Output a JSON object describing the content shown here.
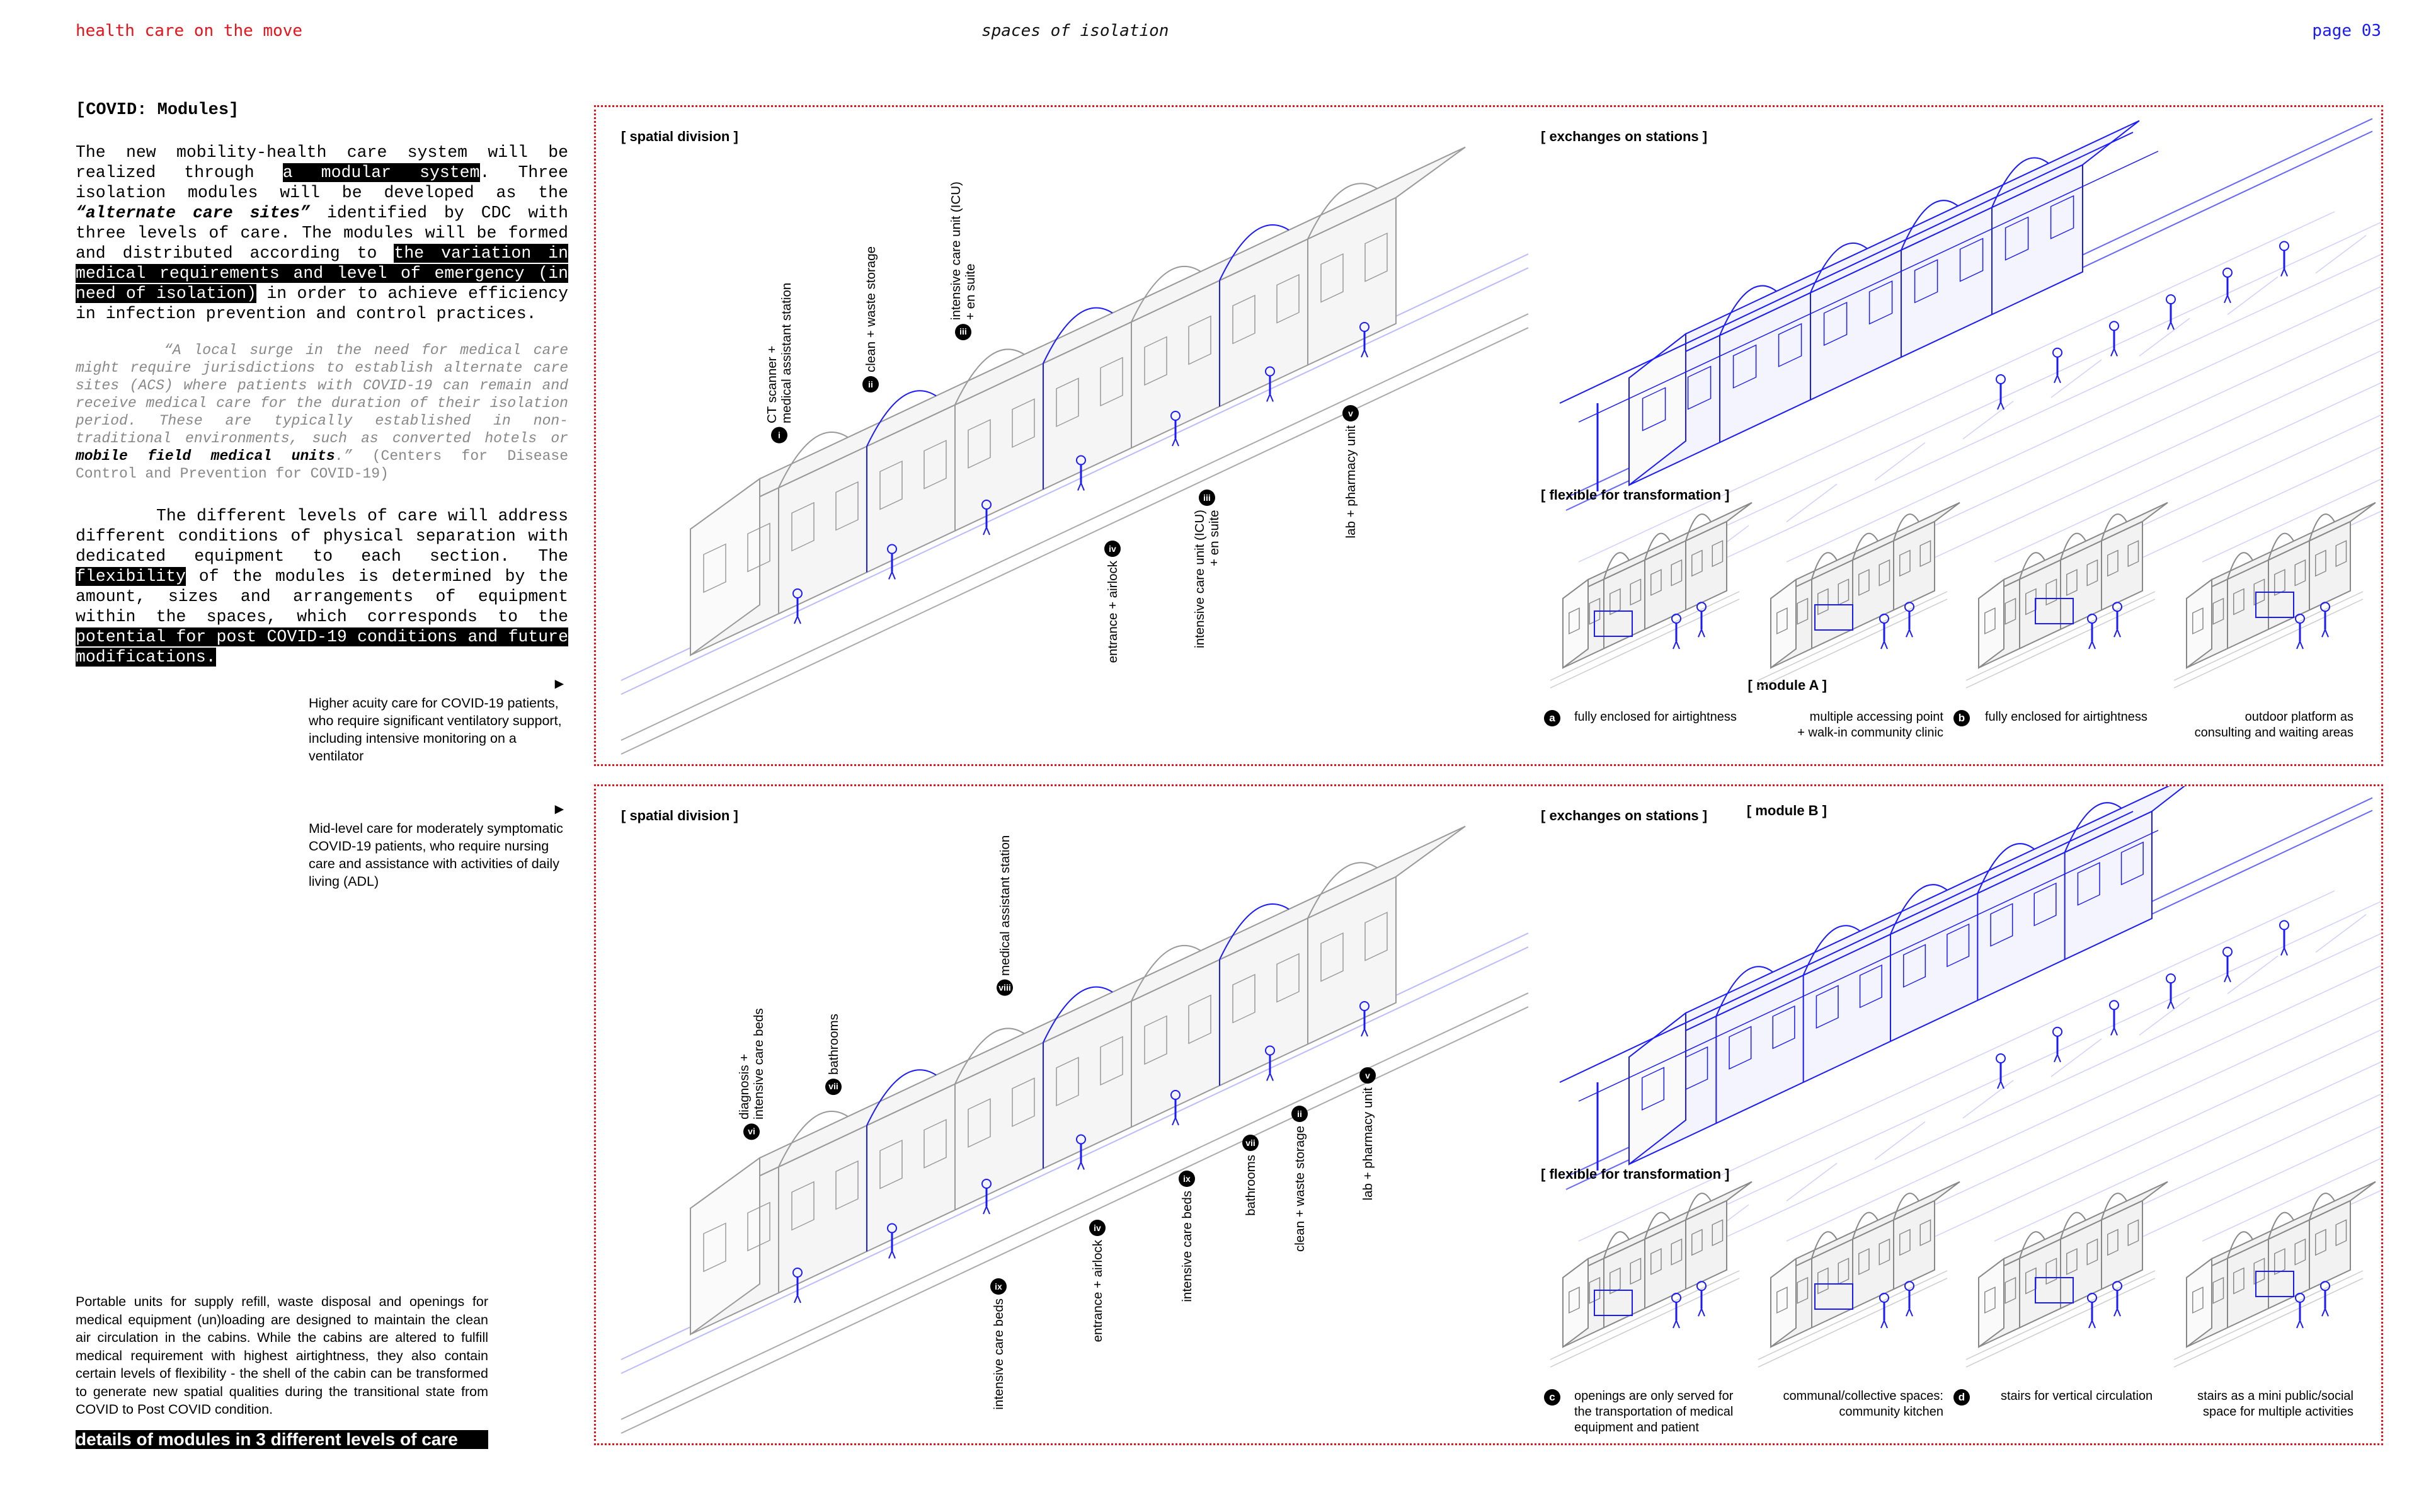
{
  "header": {
    "left": "health care on the move",
    "center": "spaces of isolation",
    "right": "page 03"
  },
  "column": {
    "title": "[COVID: Modules]",
    "p1": [
      "The new mobility-health care system will be realized through ",
      "a modular system",
      ". Three isolation modules will be developed as the ",
      "“alternate care sites”",
      " identified by CDC with three levels of care. The modules will be formed and distributed according to ",
      "the variation in medical requirements and level of emergency (in need of isolation)",
      " in order to achieve efficiency in infection prevention and control practices."
    ],
    "p2": [
      "“A local surge in the need for medical care might require jurisdictions to establish alternate care sites (ACS) where patients with COVID-19 can remain and receive medical care for the duration of their isolation period. These are typically established in non-traditional environments, such as converted hotels or ",
      "mobile field medical units",
      ".”",
      " (Centers for Disease Control and Prevention for COVID-19)"
    ],
    "p3": [
      "The different levels of care will address different conditions of physical separation with dedicated equipment to each section. The ",
      "flexibility",
      " of the modules is determined by the amount, sizes and arrangements of equipment within the spaces, which corresponds to the ",
      "potential for post COVID-19 conditions and future modifications."
    ],
    "moduleA": {
      "label": "[ module A ]",
      "desc": "Higher acuity care for COVID-19 patients, who require significant ventilatory support, including intensive monitoring on a ventilator"
    },
    "moduleB": {
      "label": "[ module B ]",
      "desc": "Mid-level care for moderately symptomatic COVID-19 patients, who require nursing care and assistance with activities of daily living (ADL)"
    },
    "p4": "Portable units for supply refill, waste disposal and openings for medical equipment (un)loading are designed to maintain the clean air circulation in the cabins. While the cabins are altered to fulfill medical requirement with highest airtightness, they also contain certain levels of flexibility - the shell of the cabin can be transformed to generate new spatial qualities during the transitional state from COVID to Post COVID condition.",
    "details": "details of modules in 3 different levels of care"
  },
  "sections": {
    "spatial": "[ spatial division ]",
    "exchanges": "[ exchanges on stations ]",
    "flexible": "[ flexible for transformation ]"
  },
  "moduleA_labels": [
    {
      "num": "i",
      "text": "CT scanner +\nmedical assistant station"
    },
    {
      "num": "ii",
      "text": "clean + waste storage"
    },
    {
      "num": "iii",
      "text": "intensive care unit (ICU)\n+ en suite"
    },
    {
      "num": "iv",
      "text": "entrance + airlock"
    },
    {
      "num": "iii",
      "text": "intensive care unit (ICU)\n+ en suite"
    },
    {
      "num": "v",
      "text": "lab + pharmacy unit"
    }
  ],
  "moduleB_labels": [
    {
      "num": "vi",
      "text": "diagnosis +\nintensive care beds"
    },
    {
      "num": "vii",
      "text": "bathrooms"
    },
    {
      "num": "viii",
      "text": "medical assistant station"
    },
    {
      "num": "ix",
      "text": "intensive care beds"
    },
    {
      "num": "vii",
      "text": "bathrooms"
    },
    {
      "num": "ii",
      "text": "clean + waste storage"
    },
    {
      "num": "v",
      "text": "lab + pharmacy unit"
    },
    {
      "num": "iv",
      "text": "entrance + airlock"
    },
    {
      "num": "ix",
      "text": "intensive care beds"
    }
  ],
  "captionsA": {
    "a_badge": "a",
    "a1": "fully enclosed for airtightness",
    "a2": "multiple accessing point\n+ walk-in community clinic",
    "b_badge": "b",
    "b1": "fully enclosed for airtightness",
    "b2": "outdoor platform as\nconsulting and waiting areas"
  },
  "captionsB": {
    "c_badge": "c",
    "c1": "openings are only served for\nthe transportation of medical\nequipment and patient",
    "c2": "communal/collective spaces:\ncommunity kitchen",
    "d_badge": "d",
    "d1": "stairs for vertical circulation",
    "d2": "stairs as a mini public/social\nspace for multiple activities"
  },
  "colors": {
    "red": "#e8121a",
    "blue": "#1a1aff",
    "line": "#999999"
  }
}
